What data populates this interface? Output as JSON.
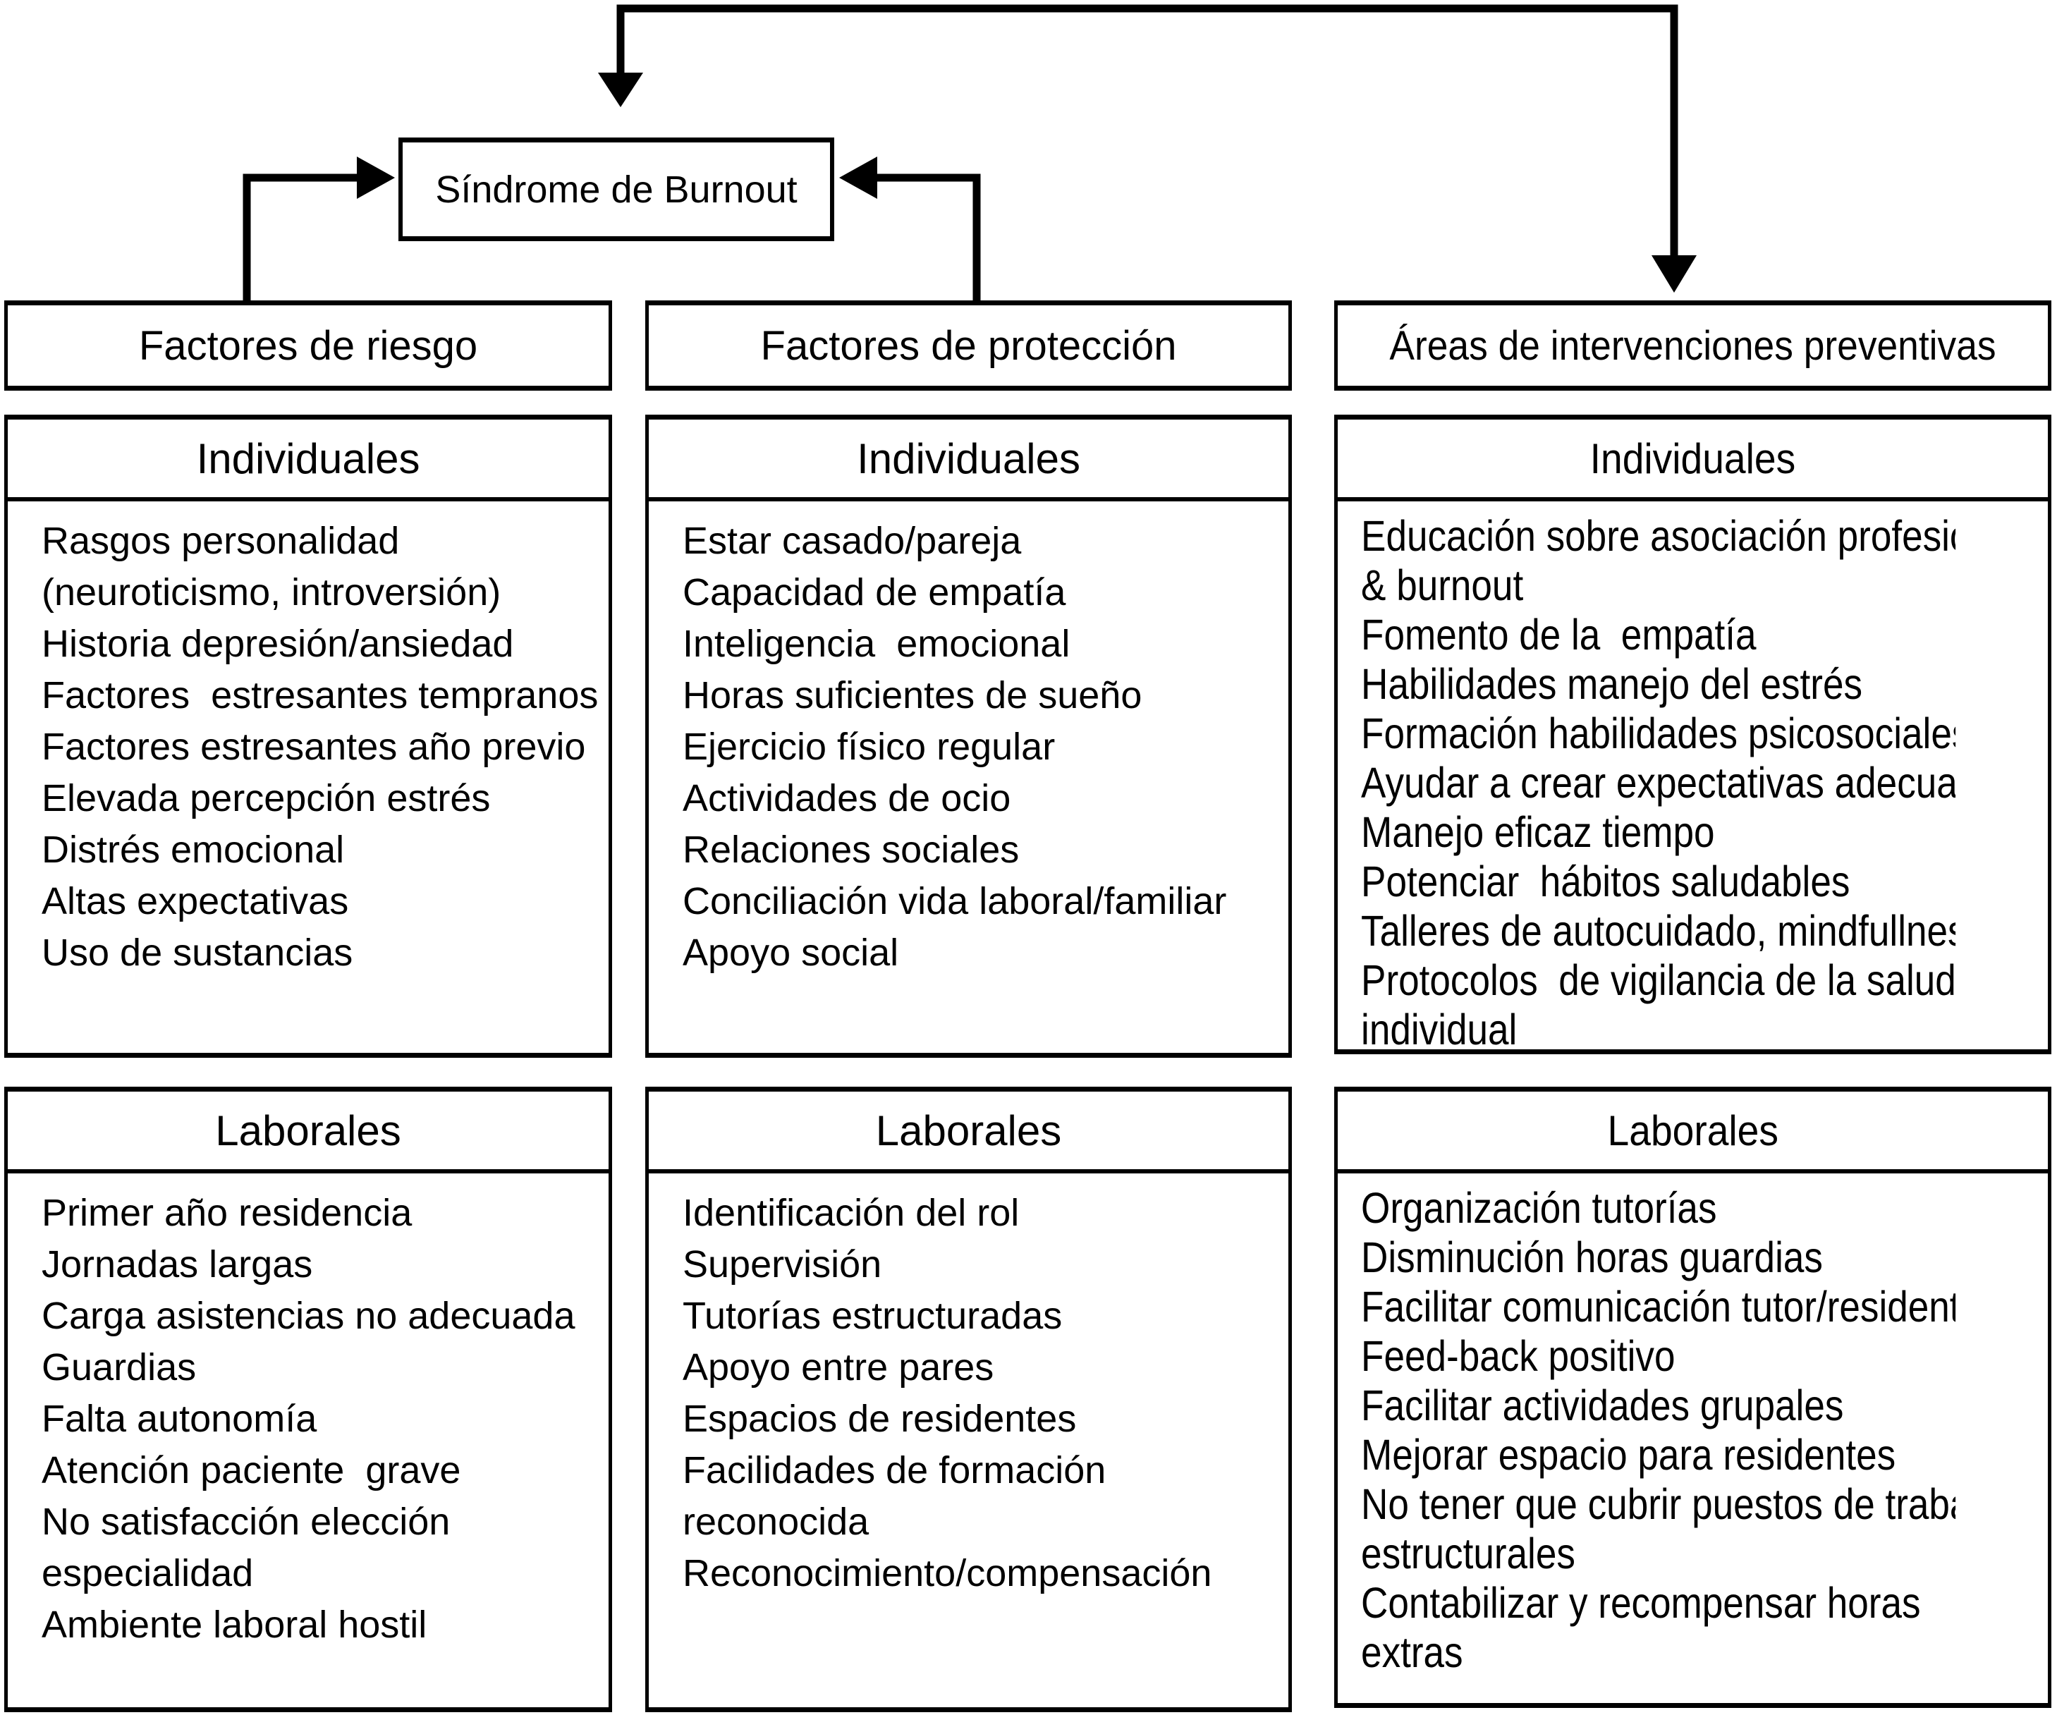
{
  "colors": {
    "ink": "#000000",
    "paper": "#ffffff"
  },
  "root": {
    "label": "Síndrome de Burnout"
  },
  "columns": [
    {
      "header": "Factores de riesgo",
      "sections": [
        {
          "title": "Individuales",
          "items": [
            "Rasgos personalidad",
            "(neuroticismo, introversión)",
            "Historia depresión/ansiedad",
            "Factores  estresantes tempranos",
            "Factores estresantes año previo",
            "Elevada percepción estrés",
            "Distrés emocional",
            "Altas expectativas",
            "Uso de sustancias"
          ]
        },
        {
          "title": "Laborales",
          "items": [
            "Primer año residencia",
            "Jornadas largas",
            "Carga asistencias no adecuada",
            "Guardias",
            "Falta autonomía",
            "Atención paciente  grave",
            "No satisfacción elección",
            "especialidad",
            "Ambiente laboral hostil"
          ]
        }
      ]
    },
    {
      "header": "Factores de protección",
      "sections": [
        {
          "title": "Individuales",
          "items": [
            "Estar casado/pareja",
            "Capacidad de empatía",
            "Inteligencia  emocional",
            "Horas suficientes de sueño",
            "Ejercicio físico regular",
            "Actividades de ocio",
            "Relaciones sociales",
            "Conciliación vida laboral/familiar",
            "Apoyo social"
          ]
        },
        {
          "title": "Laborales",
          "items": [
            "Identificación del rol",
            "Supervisión",
            "Tutorías estructuradas",
            "Apoyo entre pares",
            "Espacios de residentes",
            "Facilidades de formación",
            "reconocida",
            "Reconocimiento/compensación"
          ]
        }
      ]
    },
    {
      "header": "Áreas de intervenciones preventivas",
      "sections": [
        {
          "title": "Individuales",
          "items": [
            "Educación sobre asociación profesión",
            "& burnout",
            "Fomento de la  empatía",
            "Habilidades manejo del estrés",
            "Formación habilidades psicosociales",
            "Ayudar a crear expectativas adecuadas",
            "Manejo eficaz tiempo",
            "Potenciar  hábitos saludables",
            "Talleres de autocuidado, mindfullnes",
            "Protocolos  de vigilancia de la salud",
            "individual"
          ]
        },
        {
          "title": "Laborales",
          "items": [
            "Organización tutorías",
            "Disminución horas guardias",
            "Facilitar comunicación tutor/residente",
            "Feed-back positivo",
            "Facilitar actividades grupales",
            "Mejorar espacio para residentes",
            "No tener que cubrir puestos de trabajo",
            "estructurales",
            "Contabilizar y recompensar horas",
            "extras"
          ]
        }
      ]
    }
  ]
}
